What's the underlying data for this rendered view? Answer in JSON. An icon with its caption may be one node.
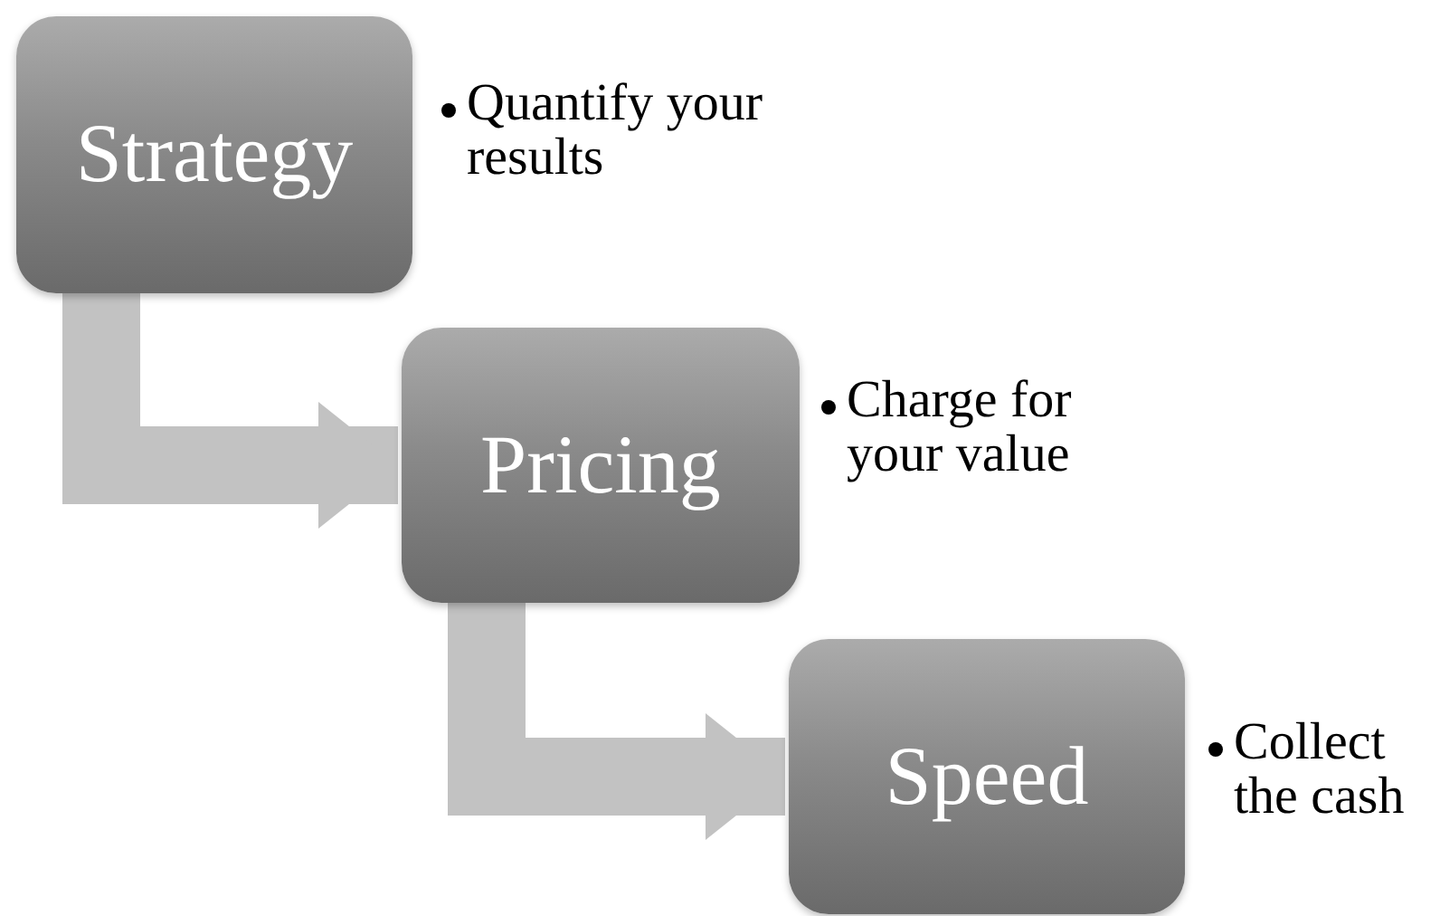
{
  "diagram": {
    "nodes": [
      {
        "text": [
          "Strategy"
        ],
        "beside": [
          "Quantify your results"
        ]
      },
      {
        "text": [
          "Pricing"
        ],
        "beside": [
          "Charge for your value"
        ]
      },
      {
        "text": [
          "Speed"
        ],
        "beside": [
          "Collect the cash"
        ]
      }
    ],
    "edges": [
      {
        "from": 0,
        "to": 1,
        "arrow": "to"
      },
      {
        "from": 1,
        "to": 2,
        "arrow": "to"
      }
    ]
  }
}
